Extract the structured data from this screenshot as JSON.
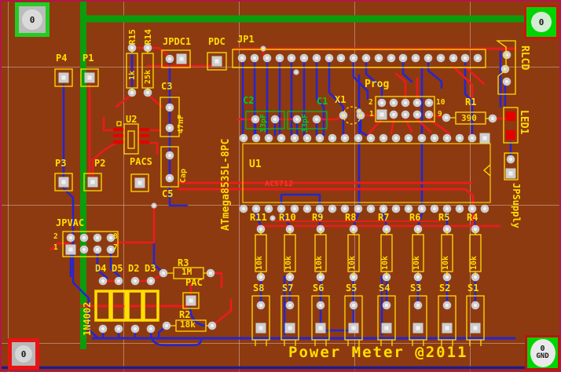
{
  "fiducials": {
    "top_left": "0",
    "top_right": "0",
    "bottom_left": "0",
    "bottom_right_zero": "0",
    "bottom_right_gnd": "GND"
  },
  "labels": {
    "p4": "P4",
    "p1": "P1",
    "p3": "P3",
    "p2": "P2",
    "pacs": "PACS",
    "r15": "R15",
    "r15_value": "1k",
    "r14": "R14",
    "r14_value": "25k",
    "jpdc1": "JPDC1",
    "pdc": "PDC",
    "jp1": "JP1",
    "c3": "C3",
    "c3_value": "47nF",
    "u2": "U2",
    "cap": "Cap",
    "c5": "C5",
    "c2": "C2",
    "c2_value": "33pF",
    "c1": "C1",
    "c1_value": "33pF",
    "x1": "X1",
    "prog": "Prog",
    "prog_pin_2": "2",
    "prog_pin_1": "1",
    "prog_pin_10": "10",
    "prog_pin_9": "9",
    "r1": "R1",
    "r1_value": "390",
    "rlcd": "RLCD",
    "led1": "LED1",
    "jpsupply": "JPSupply",
    "u1": "U1",
    "u1_part": "ATmega8535L-8PC",
    "u1_overlay": "ACS712",
    "jpvac": "JPVAC",
    "jpvac_pin_2": "2",
    "jpvac_pin_1": "1",
    "jpvac_pin_8": "8",
    "jpvac_pin_7": "7",
    "r3": "R3",
    "r3_value": "1M",
    "pac": "PAC",
    "r2": "R2",
    "r2_value": "18k",
    "title": "Power Meter @2011"
  },
  "resistor_bank": [
    {
      "label": "R11",
      "value": "10k"
    },
    {
      "label": "R10",
      "value": "10k"
    },
    {
      "label": "R9",
      "value": "10k"
    },
    {
      "label": "R8",
      "value": "10k"
    },
    {
      "label": "R7",
      "value": "10k"
    },
    {
      "label": "R6",
      "value": "10k"
    },
    {
      "label": "R5",
      "value": "10k"
    },
    {
      "label": "R4",
      "value": "10k"
    }
  ],
  "switch_bank": [
    "S8",
    "S7",
    "S6",
    "S5",
    "S4",
    "S3",
    "S2",
    "S1"
  ],
  "diodes": {
    "labels": [
      "D4",
      "D5",
      "D2",
      "D3"
    ],
    "part": "1N4002"
  },
  "colors": {
    "board": "#8e3a10",
    "silkscreen_yellow": "#ffdf00",
    "silkscreen_green": "#00cc22",
    "top_copper_red": "#ea1c1c",
    "bottom_copper_blue": "#2626cf",
    "power_trace_green": "#0c9c0c",
    "pad_gray": "#cfcfcf",
    "fiducial_green": "#00d400",
    "fiducial_red": "#e81414"
  }
}
